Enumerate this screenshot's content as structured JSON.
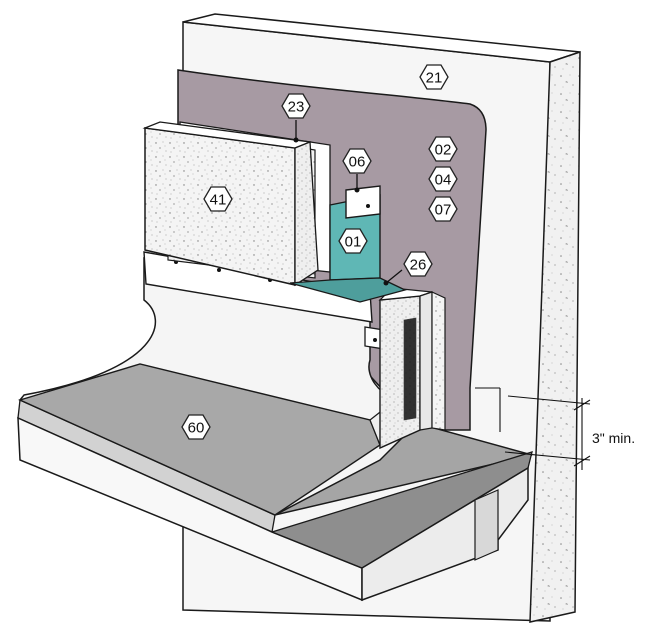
{
  "callouts": {
    "c21": "21",
    "c23": "23",
    "c06": "06",
    "c02": "02",
    "c04": "04",
    "c07": "07",
    "c41": "41",
    "c01": "01",
    "c26": "26",
    "c60": "60"
  },
  "dimension": {
    "label": "3\" min."
  },
  "colors": {
    "membrane": "#a79aa3",
    "teal_flashing": "#5fb7b5",
    "roof_surface": "#a5a5a5",
    "outline": "#1a1a1a"
  }
}
